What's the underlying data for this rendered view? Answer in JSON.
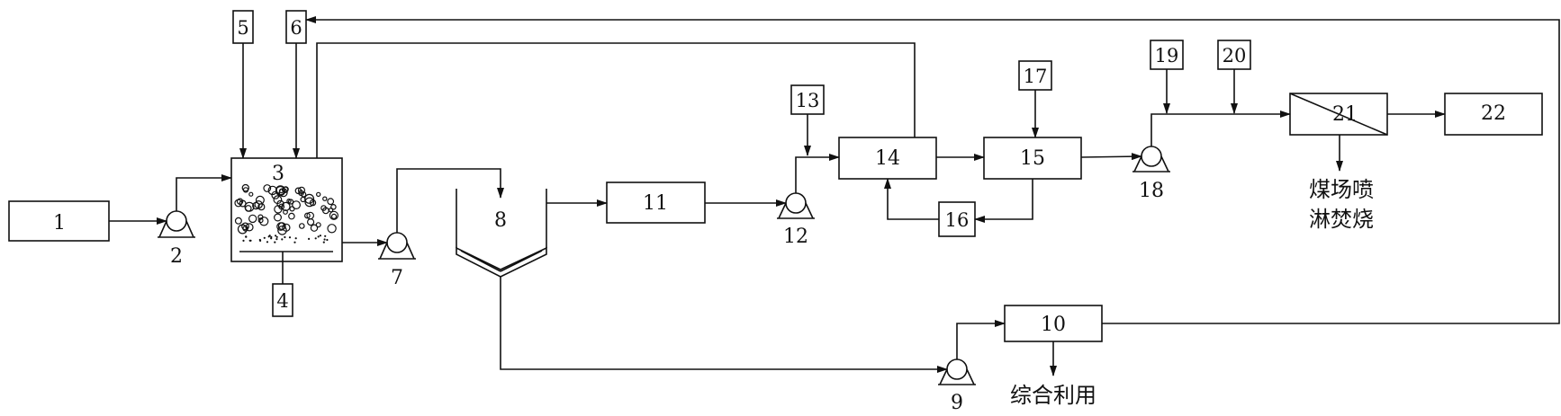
{
  "labels": {
    "n1": "1",
    "n2": "2",
    "n3": "3",
    "n4": "4",
    "n5": "5",
    "n6": "6",
    "n7": "7",
    "n8": "8",
    "n9": "9",
    "n10": "10",
    "n11": "11",
    "n12": "12",
    "n13": "13",
    "n14": "14",
    "n15": "15",
    "n16": "16",
    "n17": "17",
    "n18": "18",
    "n19": "19",
    "n20": "20",
    "n21": "21",
    "n22": "22"
  },
  "texts": {
    "coal_line1": "煤场喷",
    "coal_line2": "淋焚烧",
    "reuse": "综合利用"
  }
}
